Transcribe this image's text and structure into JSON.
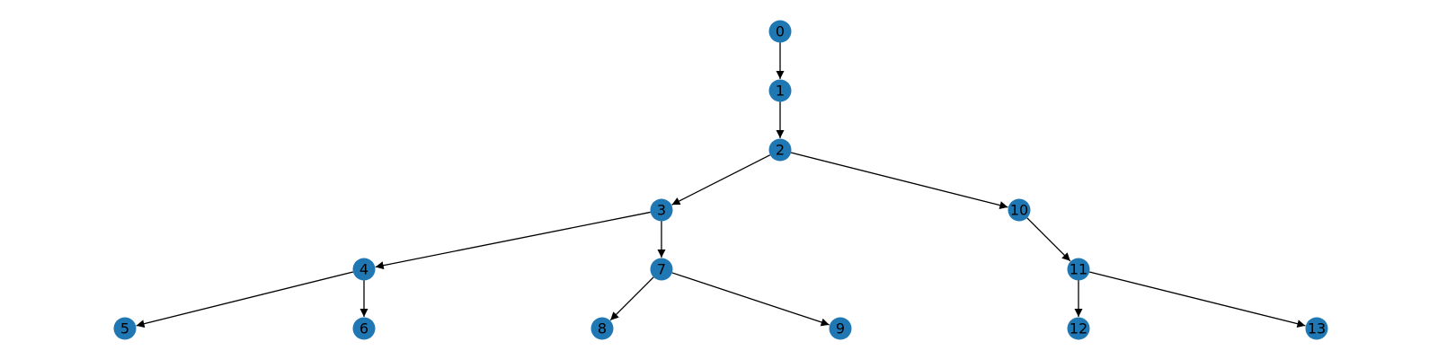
{
  "colors": {
    "node_fill": "#1f77b4",
    "edge": "#000000",
    "label": "#000000"
  },
  "diagram": {
    "type": "directed-tree",
    "nodes": [
      {
        "id": "0",
        "label": "0"
      },
      {
        "id": "1",
        "label": "1"
      },
      {
        "id": "2",
        "label": "2"
      },
      {
        "id": "3",
        "label": "3"
      },
      {
        "id": "4",
        "label": "4"
      },
      {
        "id": "5",
        "label": "5"
      },
      {
        "id": "6",
        "label": "6"
      },
      {
        "id": "7",
        "label": "7"
      },
      {
        "id": "8",
        "label": "8"
      },
      {
        "id": "9",
        "label": "9"
      },
      {
        "id": "10",
        "label": "10"
      },
      {
        "id": "11",
        "label": "11"
      },
      {
        "id": "12",
        "label": "12"
      },
      {
        "id": "13",
        "label": "13"
      }
    ],
    "edges": [
      {
        "from": "0",
        "to": "1"
      },
      {
        "from": "1",
        "to": "2"
      },
      {
        "from": "2",
        "to": "3"
      },
      {
        "from": "2",
        "to": "10"
      },
      {
        "from": "3",
        "to": "4"
      },
      {
        "from": "3",
        "to": "7"
      },
      {
        "from": "4",
        "to": "5"
      },
      {
        "from": "4",
        "to": "6"
      },
      {
        "from": "7",
        "to": "8"
      },
      {
        "from": "7",
        "to": "9"
      },
      {
        "from": "10",
        "to": "11"
      },
      {
        "from": "11",
        "to": "12"
      },
      {
        "from": "11",
        "to": "13"
      }
    ]
  }
}
